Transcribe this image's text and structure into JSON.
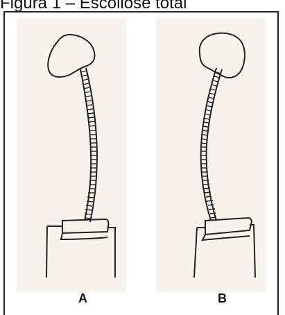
{
  "figure": {
    "title": "Figura 1 – Escoliose total",
    "labels": {
      "a": "A",
      "b": "B"
    }
  }
}
